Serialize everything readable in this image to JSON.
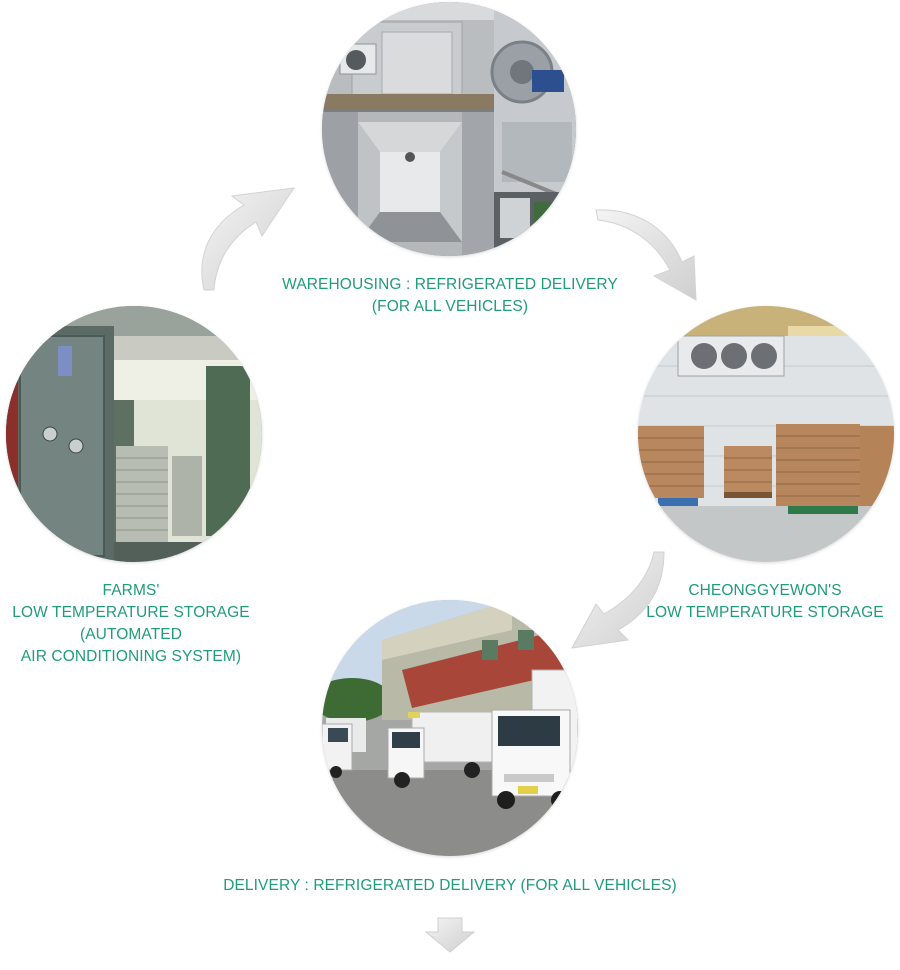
{
  "steps": {
    "warehousing": {
      "image_name": "refrigerated-truck-container-photo",
      "lines": [
        "WAREHOUSING : REFRIGERATED DELIVERY",
        "(FOR ALL VEHICLES)"
      ]
    },
    "cold_storage": {
      "image_name": "cold-storage-room-photo",
      "lines": [
        "CHEONGGYEWON'S",
        "LOW TEMPERATURE STORAGE"
      ]
    },
    "delivery": {
      "image_name": "delivery-trucks-photo",
      "lines": [
        "DELIVERY : REFRIGERATED DELIVERY (FOR ALL VEHICLES)"
      ]
    },
    "farms": {
      "image_name": "farm-storage-room-photo",
      "lines": [
        "FARMS'",
        "LOW TEMPERATURE STORAGE",
        "(AUTOMATED",
        "AIR CONDITIONING SYSTEM)"
      ]
    }
  },
  "colors": {
    "caption_text": "#1f9c7a",
    "arrow_fill": "#e2e2e2"
  },
  "icons": [
    "curved-arrow-icon",
    "down-arrow-icon"
  ]
}
